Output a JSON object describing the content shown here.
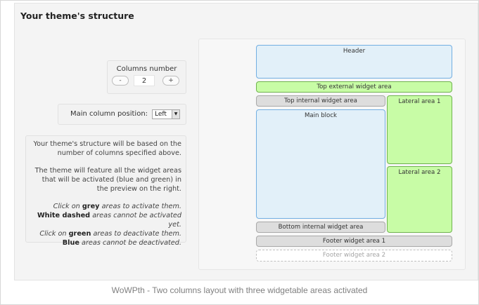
{
  "panel": {
    "title": "Your theme's structure"
  },
  "columns": {
    "label": "Columns number",
    "minus": "-",
    "value": "2",
    "plus": "+"
  },
  "main_column_position": {
    "label": "Main column position:",
    "selected": "Left"
  },
  "info": {
    "paragraph_1": "Your theme's structure will be based on the number of columns specified above.",
    "paragraph_2": "The theme will feature all the widget areas that will be activated (blue and green) in the preview on the right.",
    "help": [
      {
        "prefix": "Click on ",
        "emphasis": "grey",
        "suffix": " areas to activate them."
      },
      {
        "prefix": "",
        "emphasis": "White dashed",
        "suffix": " areas cannot be activated yet."
      },
      {
        "prefix": "Click on ",
        "emphasis": "green",
        "suffix": " areas to deactivate them."
      },
      {
        "prefix": "",
        "emphasis": "Blue",
        "suffix": " areas cannot be deactivated."
      }
    ]
  },
  "preview": {
    "areas": {
      "header": "Header",
      "top_external": "Top external widget area",
      "top_internal": "Top internal widget area",
      "main_block": "Main block",
      "bottom_internal": "Bottom internal widget area",
      "lateral_1": "Lateral area 1",
      "lateral_2": "Lateral area 2",
      "footer_1": "Footer widget area 1",
      "footer_2": "Footer widget area 2"
    },
    "states": {
      "header": "blue",
      "top_external": "green",
      "top_internal": "grey",
      "main_block": "blue",
      "bottom_internal": "grey",
      "lateral_1": "green",
      "lateral_2": "green",
      "footer_1": "grey",
      "footer_2": "white-dashed"
    },
    "colors": {
      "blue_fill": "#e2f0f9",
      "blue_border": "#72aee2",
      "green_fill": "#c8fca6",
      "green_border": "#6fb34e",
      "grey_fill": "#dddddd",
      "grey_border": "#a8a8a8"
    }
  },
  "caption": "WoWPth - Two columns layout with three widgetable areas activated"
}
